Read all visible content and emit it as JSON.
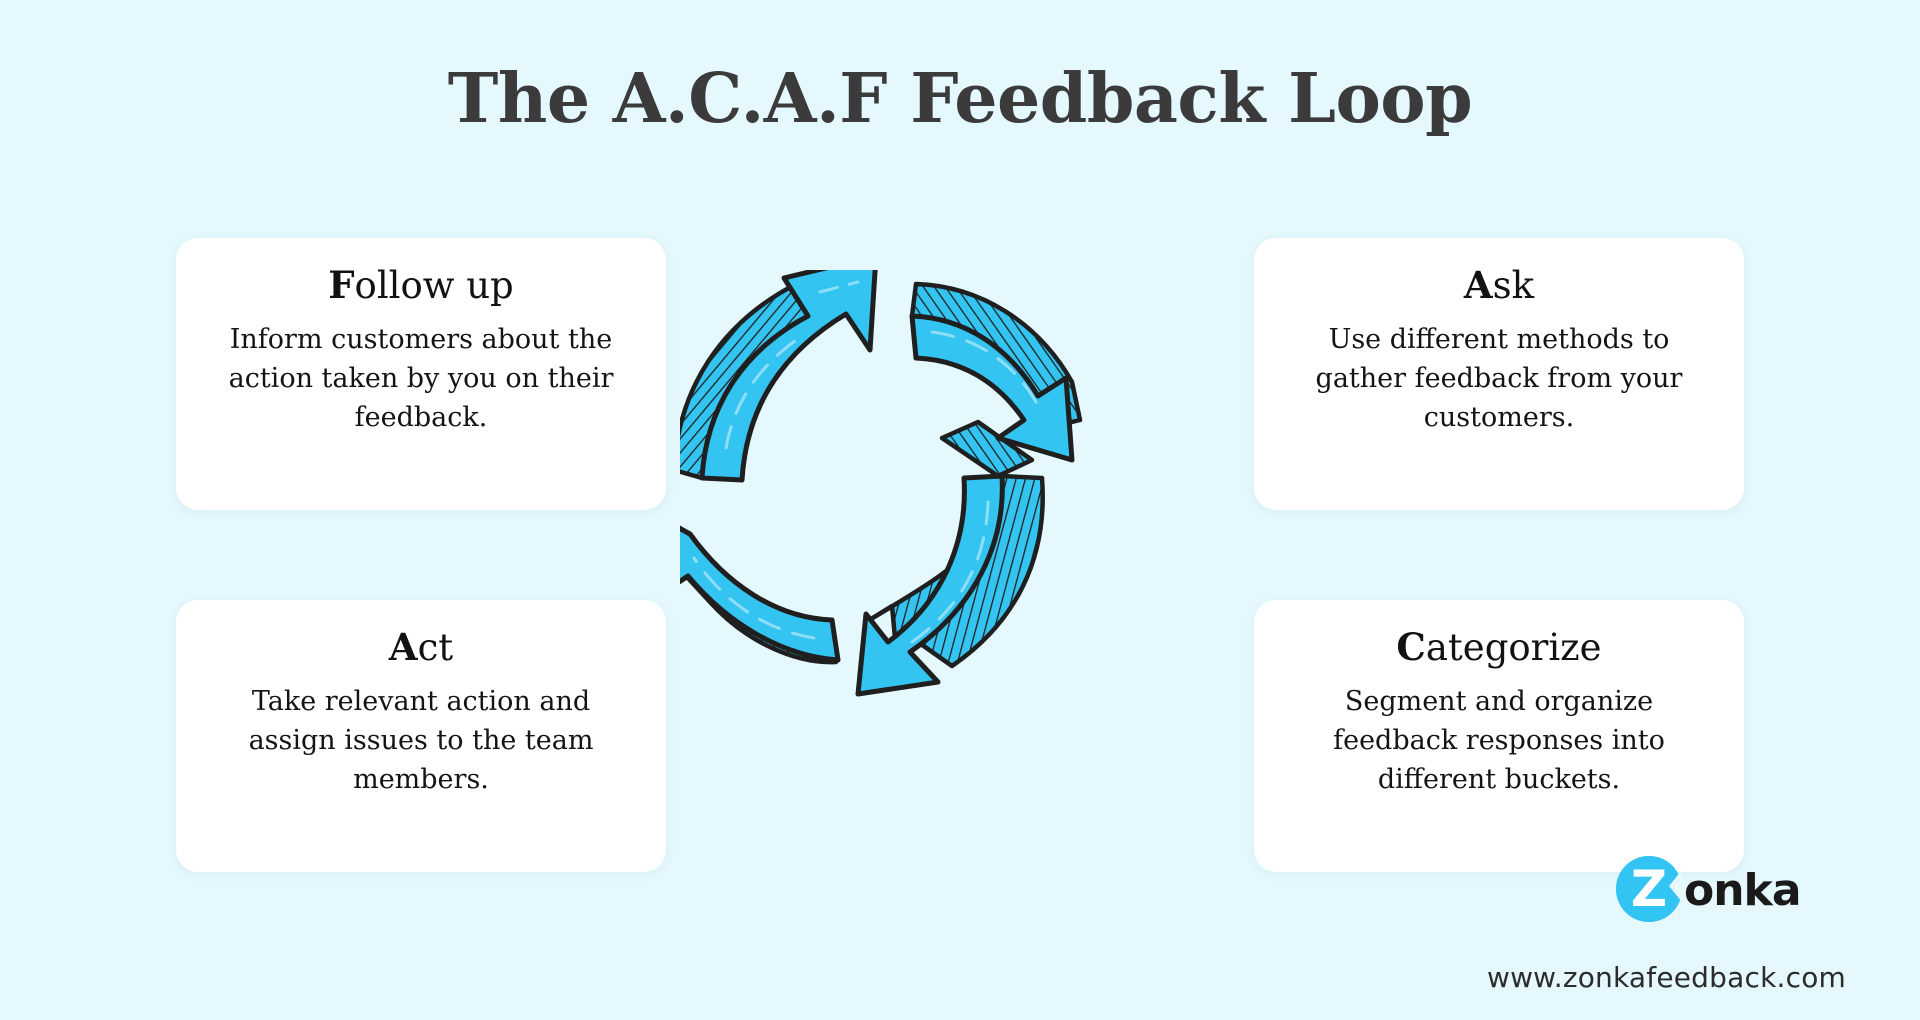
{
  "title": "The A.C.A.F Feedback Loop",
  "colors": {
    "background": "#e4f8fd",
    "card_background": "#ffffff",
    "arrow_fill": "#34c4f2",
    "arrow_outline": "#1f1f1f",
    "title_text": "#3b3b3b",
    "body_text": "#141414",
    "brand_cyan": "#32c5f4",
    "brand_dark": "#1a1a1a"
  },
  "cards": [
    {
      "id": "follow-up",
      "cap": "F",
      "rest": "ollow up",
      "title": "Follow up",
      "body": "Inform customers about the action taken by you on their feedback.",
      "position": "top-left"
    },
    {
      "id": "ask",
      "cap": "A",
      "rest": "sk",
      "title": "Ask",
      "body": "Use different methods to gather feedback from your customers.",
      "position": "top-right"
    },
    {
      "id": "act",
      "cap": "A",
      "rest": "ct",
      "title": "Act",
      "body": "Take relevant action and assign issues to the team members.",
      "position": "bottom-left"
    },
    {
      "id": "categorize",
      "cap": "C",
      "rest": "ategorize",
      "title": "Categorize",
      "body": "Segment and organize feedback responses into different buckets.",
      "position": "bottom-right"
    }
  ],
  "arrows": [
    {
      "id": "arrow-top-left",
      "name": "curved-arrow-up-right",
      "direction": "act-to-follow-up"
    },
    {
      "id": "arrow-top-right",
      "name": "curved-arrow-down-right",
      "direction": "ask-to-categorize"
    },
    {
      "id": "arrow-bottom-right",
      "name": "curved-arrow-down-left",
      "direction": "categorize-to-act"
    },
    {
      "id": "arrow-bottom-left",
      "name": "curved-arrow-left",
      "direction": "follow-up-to-ask"
    }
  ],
  "brand": {
    "logo_letter": "Z",
    "logo_rest": "onka",
    "name": "Zonka",
    "url": "www.zonkafeedback.com"
  }
}
